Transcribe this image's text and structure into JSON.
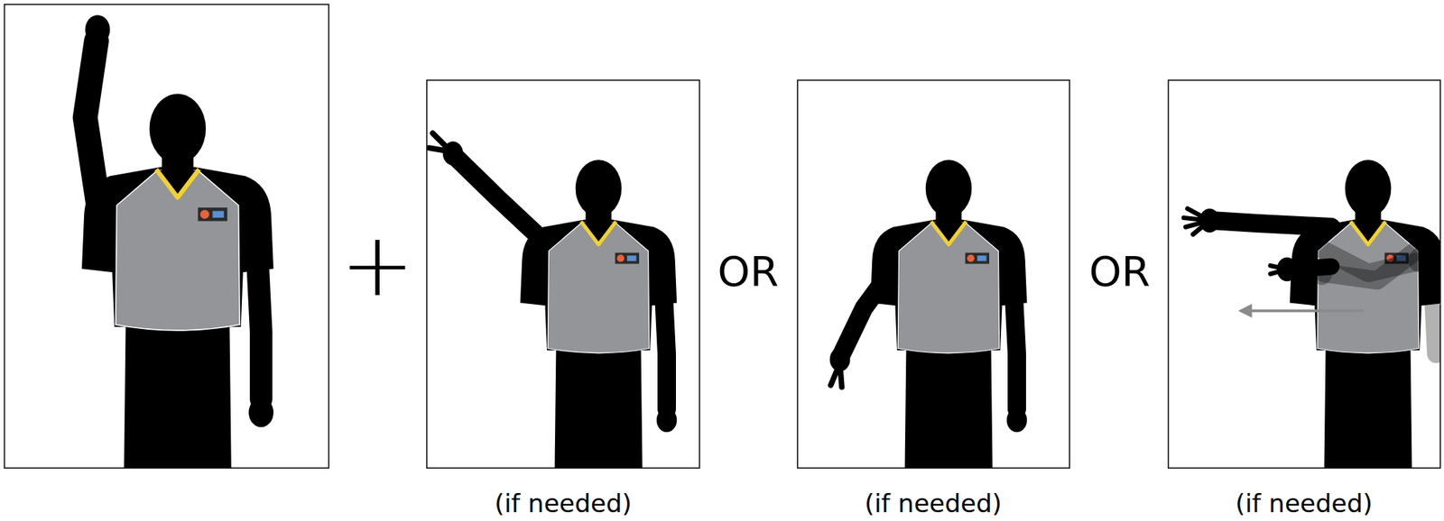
{
  "diagram": {
    "labels": [
      "+",
      "OR",
      "OR",
      "(if needed)",
      "(if needed)",
      "(if needed)"
    ]
  }
}
